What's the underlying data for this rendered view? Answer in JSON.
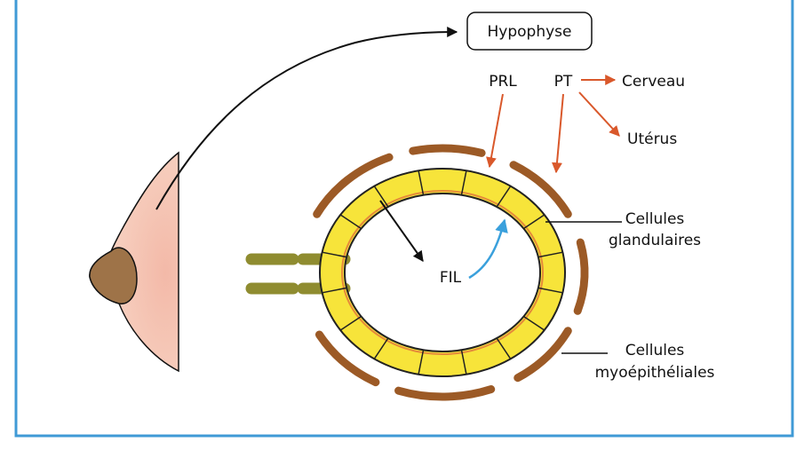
{
  "labels": {
    "hypophyse": "Hypophyse",
    "prl": "PRL",
    "pt": "PT",
    "cerveau": "Cerveau",
    "uterus": "Utérus",
    "fil": "FIL",
    "glandulaires_line1": "Cellules",
    "glandulaires_line2": "glandulaires",
    "myo_line1": "Cellules",
    "myo_line2": "myoépithéliales"
  },
  "colors": {
    "frame_border": "#3f9ad6",
    "hormone_arrow": "#d9582b",
    "feedback_arrow": "#3aa0dc",
    "myoepithelial": "#9c5a26",
    "gland_fill": "#f7e43a",
    "gland_stroke": "#222222",
    "lumen_line": "#e58a3a",
    "duct": "#8f8c30",
    "skin": "#f6cdb8",
    "nipple": "#9e7348"
  },
  "icons": {
    "breast": "breast-illustration"
  }
}
